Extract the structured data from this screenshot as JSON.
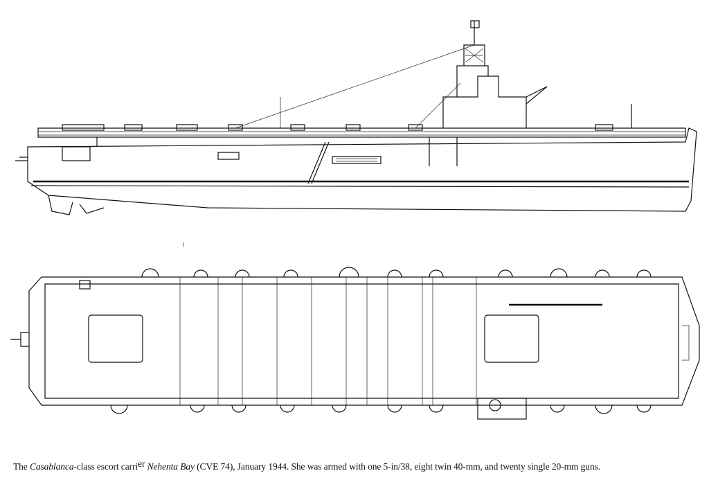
{
  "caption": {
    "part1": "The ",
    "class_name": "Casablanca",
    "part2": "-class escort carri",
    "part3": "er ",
    "ship_name": "Nehenta Bay",
    "part4": " (CVE 74), January 1944. She was armed with one 5-in/38, eight twin 40-mm, and twenty single 20-mm guns."
  }
}
